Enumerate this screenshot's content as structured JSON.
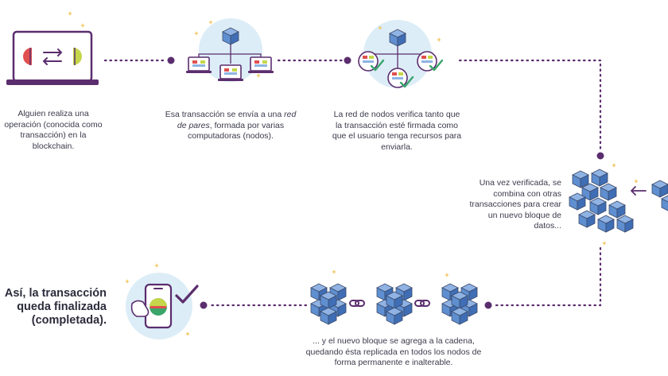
{
  "steps": [
    {
      "text": "Alguien realiza una operación (conocida como transacción) en la blockchain."
    },
    {
      "text_before": "Esa transacción se envía a una ",
      "text_em": "red de pares",
      "text_after": ", formada por varias computadoras (nodos)."
    },
    {
      "text": "La red de nodos verifica tanto que la transacción esté firmada como que el usuario tenga recursos para enviarla."
    },
    {
      "text": "Una vez verificada, se combina con otras transacciones para crear un nuevo bloque de datos..."
    },
    {
      "text": "... y el nuevo bloque se agrega a la cadena, quedando ésta replicada en todos los nodos de forma permanente e inalterable."
    },
    {
      "text": "Así, la transacción queda finalizada (completada)."
    }
  ],
  "colors": {
    "accent_purple": "#5b2d6e",
    "cube_blue": "#5f8fd0",
    "cube_dark": "#3f6eb5",
    "halo_blue": "#dcedf7",
    "green": "#3aa56b",
    "yellow_green": "#c5d64a",
    "red": "#e0504f",
    "sparkle": "#f2c55c"
  },
  "icons": [
    "laptop-icon",
    "exchange-arrows-icon",
    "network-nodes-icon",
    "verified-nodes-icon",
    "block-cubes-icon",
    "chain-link-icon",
    "smartphone-icon",
    "checkmark-icon"
  ]
}
